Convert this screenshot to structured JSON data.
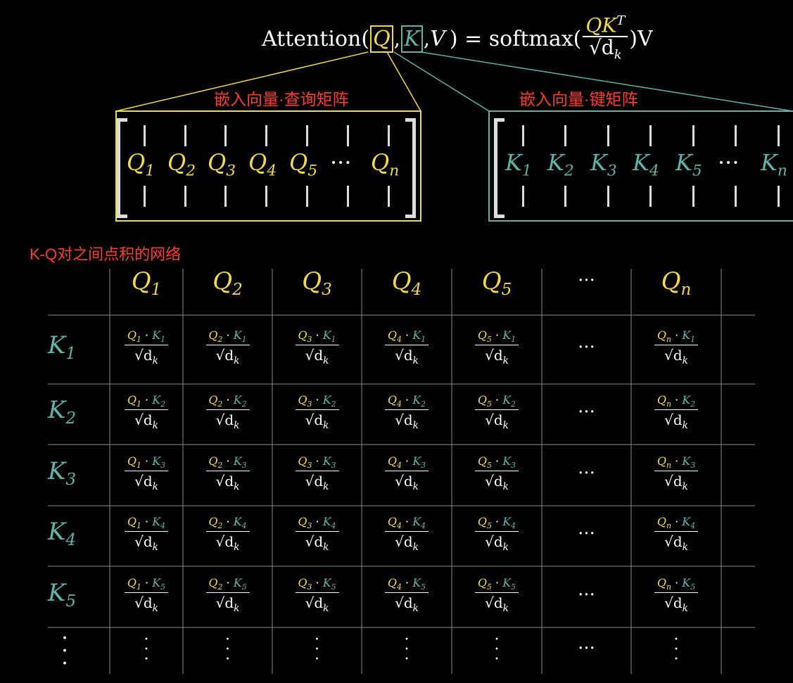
{
  "colors": {
    "q": "#f1d94a",
    "k": "#5fb3a6",
    "annotation": "#ff3b30",
    "line": "#888888"
  },
  "formula": {
    "lhs": "Attention(",
    "q": "Q",
    "sep1": ",",
    "k": "K",
    "sep2": ",",
    "v": "V",
    "eq": ") = softmax(",
    "num_q": "QK",
    "num_t": "T",
    "den": "√d",
    "den_sub": "k",
    "rhs": ")V"
  },
  "annotations": {
    "query_matrix": "嵌入向量·查询矩阵",
    "key_matrix": "嵌入向量·键矩阵",
    "grid_title": "K-Q对之间点积的网络"
  },
  "query_matrix": {
    "entries": [
      {
        "base": "Q",
        "sub": "1"
      },
      {
        "base": "Q",
        "sub": "2"
      },
      {
        "base": "Q",
        "sub": "3"
      },
      {
        "base": "Q",
        "sub": "4"
      },
      {
        "base": "Q",
        "sub": "5"
      },
      {
        "base": "···",
        "sub": ""
      },
      {
        "base": "Q",
        "sub": "n"
      }
    ]
  },
  "key_matrix": {
    "entries": [
      {
        "base": "K",
        "sub": "1"
      },
      {
        "base": "K",
        "sub": "2"
      },
      {
        "base": "K",
        "sub": "3"
      },
      {
        "base": "K",
        "sub": "4"
      },
      {
        "base": "K",
        "sub": "5"
      },
      {
        "base": "···",
        "sub": ""
      },
      {
        "base": "K",
        "sub": "n"
      }
    ]
  },
  "grid": {
    "columns": [
      "1",
      "2",
      "3",
      "4",
      "5",
      "···",
      "n"
    ],
    "rows": [
      "1",
      "2",
      "3",
      "4",
      "5",
      "⋮"
    ],
    "denominator": "√d",
    "denominator_sub": "k",
    "dot": "·",
    "ellipsis": "···",
    "vdots": "⋮"
  }
}
